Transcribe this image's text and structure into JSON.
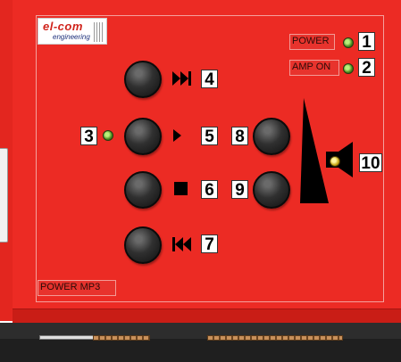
{
  "logo": {
    "main": "el-com",
    "sub": "engineering"
  },
  "indicators": {
    "power_label": "POWER",
    "amp_label": "AMP ON",
    "footer_label": "POWER MP3"
  },
  "callouts": [
    "1",
    "2",
    "3",
    "4",
    "5",
    "6",
    "7",
    "8",
    "9",
    "10"
  ],
  "colors": {
    "panel": "#ec2b24",
    "led_green": "#4c8a1e",
    "led_yellow": "#c8a814"
  },
  "icons": {
    "next_track": "next-track-icon",
    "play": "play-icon",
    "stop": "stop-icon",
    "previous_track": "previous-track-icon",
    "volume_ramp": "volume-ramp-icon",
    "speaker": "speaker-icon"
  }
}
